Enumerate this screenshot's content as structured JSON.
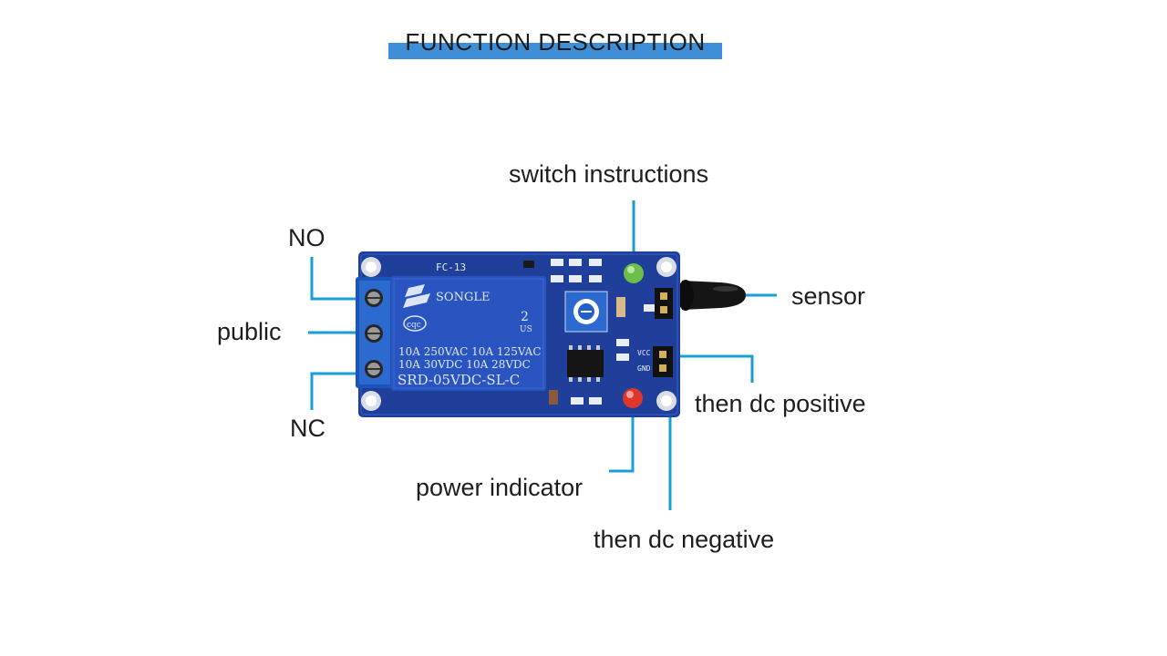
{
  "title": "FUNCTION DESCRIPTION",
  "labels": {
    "no": "NO",
    "public": "public",
    "nc": "NC",
    "switch_instructions": "switch instructions",
    "sensor": "sensor",
    "dc_positive": "then dc positive",
    "power_indicator": "power indicator",
    "dc_negative": "then dc negative"
  },
  "board": {
    "model": "FC-13",
    "relay_brand": "SONGLE",
    "relay_ratings": [
      "10A 250VAC  10A 125VAC",
      "10A  30VDC  10A  28VDC"
    ],
    "relay_model": "SRD-05VDC-SL-C",
    "relay_cert_left": "cqc",
    "relay_cert_right": "2",
    "relay_cert_us": "US",
    "pin_vcc": "VCC",
    "pin_gnd": "GND"
  },
  "colors": {
    "board": "#1f3f9a",
    "relay": "#2a55c0",
    "leader": "#1a9ed8",
    "title_bar": "#3e8fd8",
    "led_green": "#6cc04a",
    "led_red": "#e0352a"
  }
}
